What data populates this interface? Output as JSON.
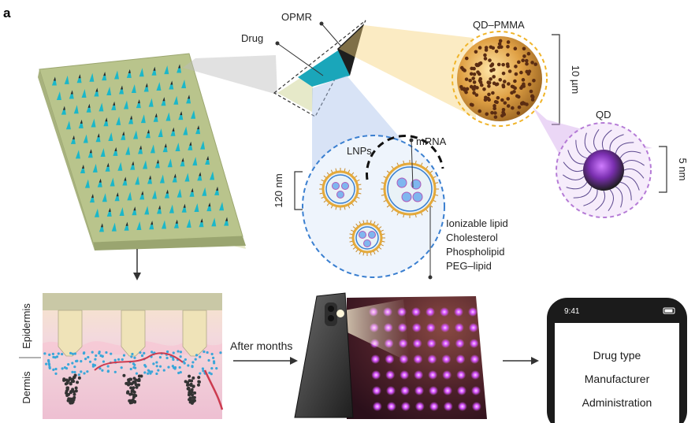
{
  "panel_label": "a",
  "labels": {
    "opmr": "OPMR",
    "drug": "Drug",
    "qd_pmma": "QD–PMMA",
    "qd": "QD",
    "lnps": "LNPs",
    "mrna": "mRNA",
    "size_10um": "10 µm",
    "size_5nm": "5 nm",
    "size_120nm": "120 nm",
    "lipids": [
      "Ionizable lipid",
      "Cholesterol",
      "Phospholipid",
      "PEG–lipid"
    ],
    "epidermis": "Epidermis",
    "dermis": "Dermis",
    "after_months": "After months"
  },
  "phone_screen": [
    "Drug type",
    "Manufacturer",
    "Administration"
  ],
  "colors": {
    "patch": "#b9c48c",
    "needle_drug": "#1bb7c9",
    "needle_dark": "#2a2a2a",
    "qd_pmma_ring": "#f0b429",
    "lnp_ring": "#3a7fd0",
    "qd_ring": "#b57bd6",
    "skin": "#f2c9d6",
    "glow": "#d653ff"
  }
}
